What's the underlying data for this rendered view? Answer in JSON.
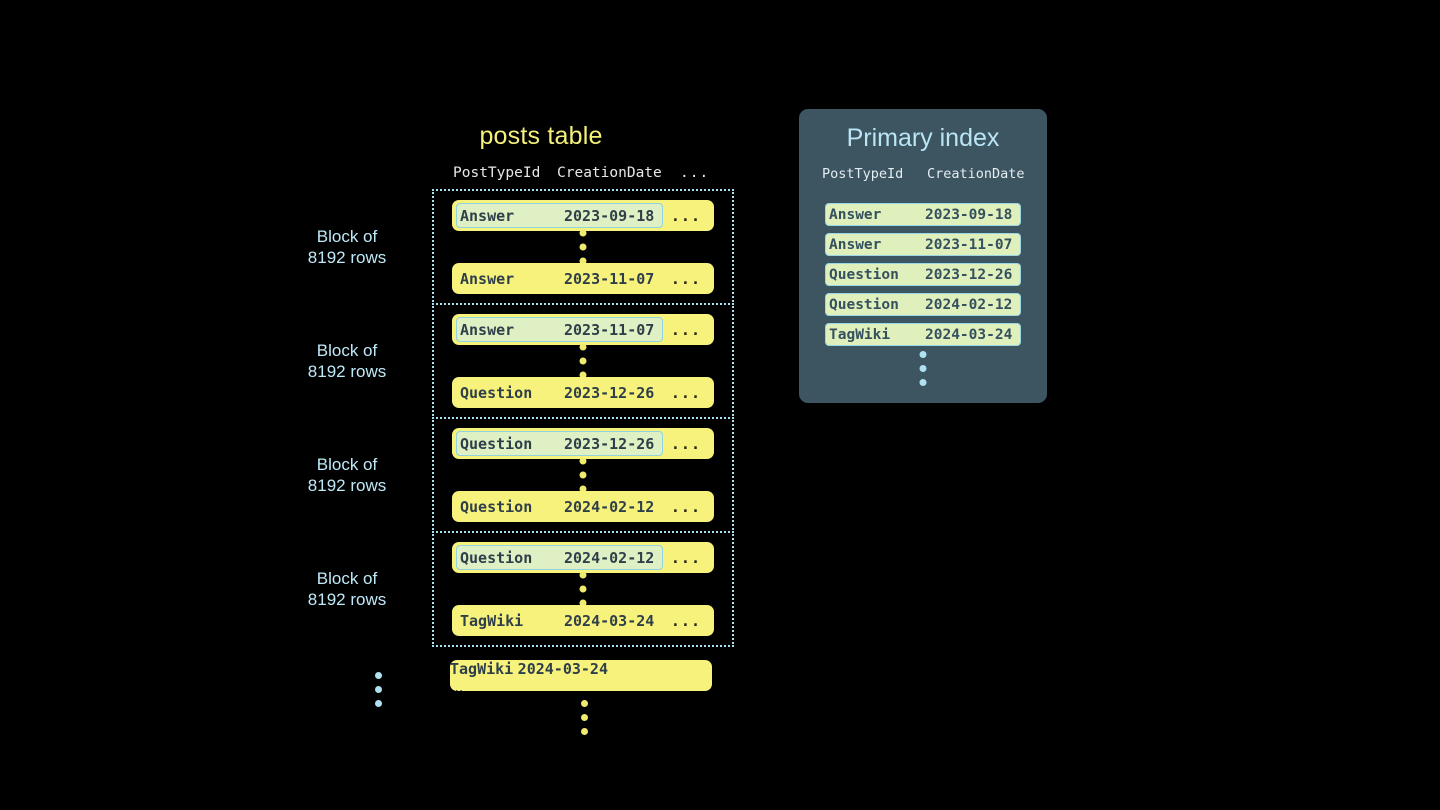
{
  "posts_table": {
    "title": "posts table",
    "columns": [
      "PostTypeId",
      "CreationDate",
      "..."
    ],
    "block_label": "Block of\n8192 rows",
    "block_label_line1": "Block of",
    "block_label_line2": "8192 rows",
    "more_cell": "...",
    "blocks": [
      {
        "label_line1": "Block of",
        "label_line2": "8192 rows",
        "first_row": {
          "post_type_id": "Answer",
          "creation_date": "2023-09-18",
          "more": "...",
          "highlighted": true
        },
        "last_row": {
          "post_type_id": "Answer",
          "creation_date": "2023-11-07",
          "more": "...",
          "highlighted": false
        }
      },
      {
        "label_line1": "Block of",
        "label_line2": "8192 rows",
        "first_row": {
          "post_type_id": "Answer",
          "creation_date": "2023-11-07",
          "more": "...",
          "highlighted": true
        },
        "last_row": {
          "post_type_id": "Question",
          "creation_date": "2023-12-26",
          "more": "...",
          "highlighted": false
        }
      },
      {
        "label_line1": "Block of",
        "label_line2": "8192 rows",
        "first_row": {
          "post_type_id": "Question",
          "creation_date": "2023-12-26",
          "more": "...",
          "highlighted": true
        },
        "last_row": {
          "post_type_id": "Question",
          "creation_date": "2024-02-12",
          "more": "...",
          "highlighted": false
        }
      },
      {
        "label_line1": "Block of",
        "label_line2": "8192 rows",
        "first_row": {
          "post_type_id": "Question",
          "creation_date": "2024-02-12",
          "more": "...",
          "highlighted": true
        },
        "last_row": {
          "post_type_id": "TagWiki",
          "creation_date": "2024-03-24",
          "more": "...",
          "highlighted": false
        }
      }
    ],
    "trailing_row": {
      "post_type_id": "TagWiki",
      "creation_date": "2024-03-24",
      "more": "...",
      "highlighted": true
    }
  },
  "primary_index": {
    "title": "Primary index",
    "columns": [
      "PostTypeId",
      "CreationDate"
    ],
    "rows": [
      {
        "post_type_id": "Answer",
        "creation_date": "2023-09-18"
      },
      {
        "post_type_id": "Answer",
        "creation_date": "2023-11-07"
      },
      {
        "post_type_id": "Question",
        "creation_date": "2023-12-26"
      },
      {
        "post_type_id": "Question",
        "creation_date": "2024-02-12"
      },
      {
        "post_type_id": "TagWiki",
        "creation_date": "2024-03-24"
      }
    ]
  },
  "colors": {
    "background": "#000000",
    "row_yellow": "#f7f27c",
    "highlight_mint": "#dff0c4",
    "highlight_border": "#8fd3e0",
    "block_border": "#a9dff2",
    "label_blue": "#bfe9f8",
    "title_yellow": "#f5f07a",
    "panel_slate": "#3d5461",
    "panel_title": "#b9e5f5",
    "index_row": "#dff0bd",
    "dot_yellow": "#f0ea6e",
    "dot_blue": "#aee2f3",
    "mono_text": "#2f3f4a",
    "header_text": "#e8e8e8"
  }
}
